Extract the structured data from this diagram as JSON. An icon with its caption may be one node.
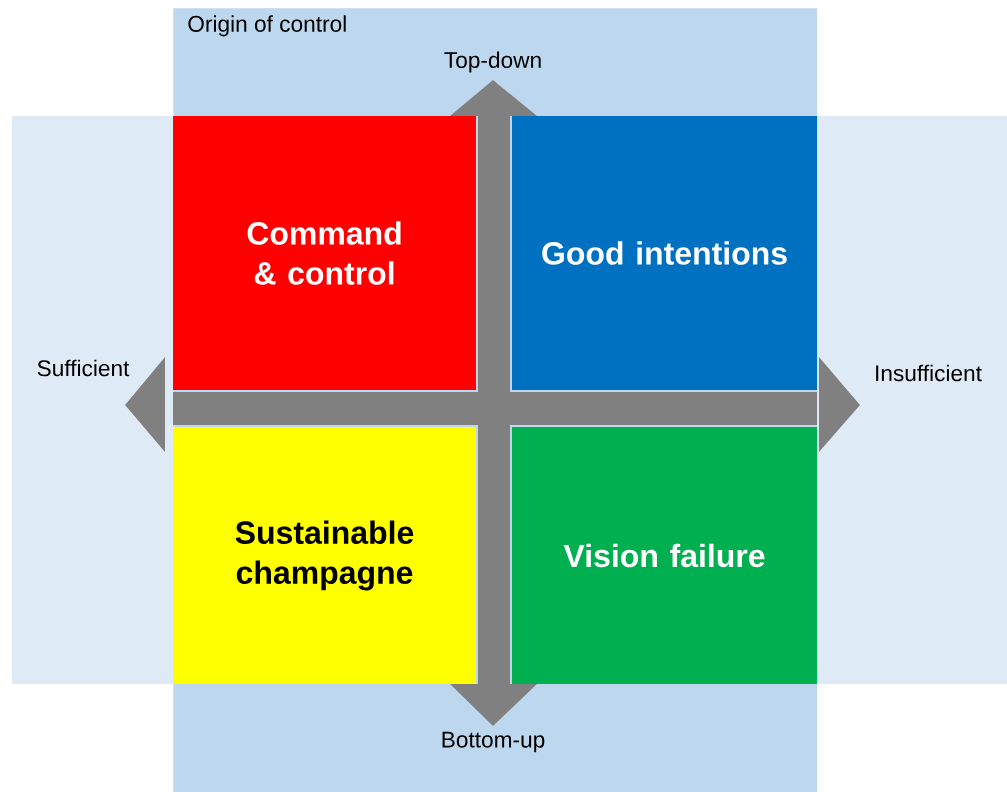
{
  "diagram": {
    "nodes": [
      {
        "text": [
          "Origin of control"
        ]
      },
      {
        "text": [
          "Command & control"
        ],
        "in": 0
      },
      {
        "text": [
          "Good intentions"
        ],
        "in": 0
      },
      {
        "text": [
          "Sustainable champagne"
        ],
        "in": 0
      },
      {
        "text": [
          "Vision failure"
        ],
        "in": 0
      }
    ],
    "labels": [
      "Top-down",
      "Sufficient",
      "Insufficient",
      "Bottom-up"
    ]
  }
}
